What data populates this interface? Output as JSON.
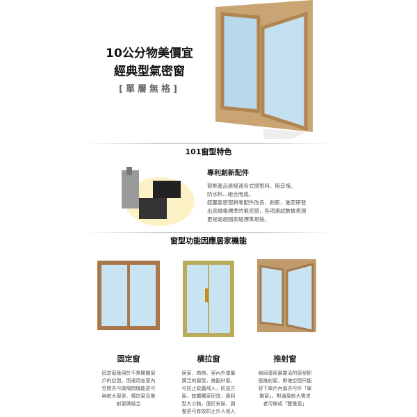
{
  "hero": {
    "title_line1": "10公分物美價宜",
    "title_line2": "經典型氣密窗",
    "subtitle": "[單層無格]"
  },
  "features": {
    "heading": "101窗型特色",
    "item_title": "專利創新配件",
    "paragraph": [
      "窗框產品是經過各式擠型料、阻音塊、",
      "防水料...組合而成。",
      "鋐麗氣密窗將零配件改良、創新，進而研發",
      "出高規格標準的氣密窗，各項測試數據表現",
      "更是超越國家級標準規格。"
    ]
  },
  "functions": {
    "heading": "窗型功能因應居家機能",
    "types": [
      {
        "title": "固定窗",
        "lines": [
          "固定窗應用於不需開關窗",
          "戶的空間，而運用在室內",
          "空間亦可做隔間機能更可",
          "與較大窗型、橫拉窗及推",
          "射窗做結合"
        ]
      },
      {
        "title": "橫拉窗",
        "lines": [
          "居家、商辦、室內外運最",
          "廣泛的窗型，搭配紗窗，",
          "可防止蚊蟲飛入，防盜方",
          "面，鋐麗獨家研發，專利",
          "型大小鉤，便於安裝、調",
          "整更可有效防止外人侵入"
        ]
      },
      {
        "title": "推射窗",
        "lines": [
          "格局運用最靈活的窗型即",
          "是推射窗，即使空間只能",
          "容下單片內扇亦可作「單",
          "推窗」，對通風較大需求",
          "者可做成「雙推窗」"
        ]
      }
    ]
  }
}
